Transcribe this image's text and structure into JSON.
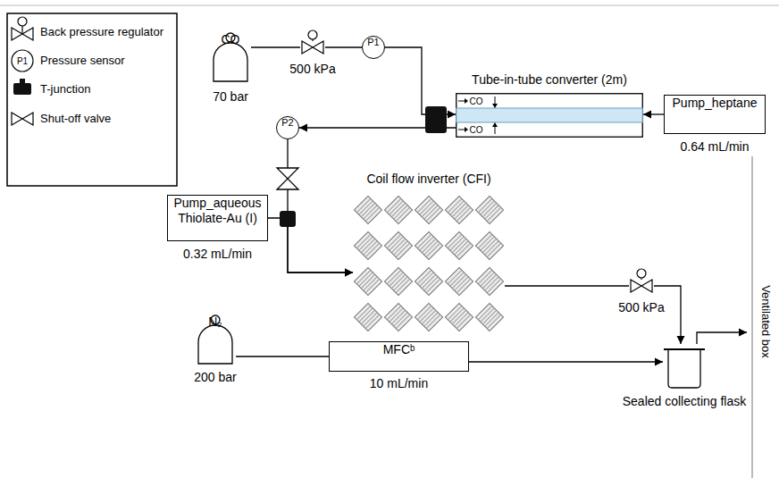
{
  "diagram": {
    "nodes": [
      {
        "text": [
          "CO",
          "70 bar"
        ]
      },
      {
        "text": [
          "500 kPa"
        ]
      },
      {
        "text": [
          "P1"
        ]
      },
      {
        "text": [
          "Tube-in-tube converter (2m)"
        ]
      },
      {
        "text": [
          "Pump_heptane",
          "0.64 mL/min"
        ]
      },
      {
        "text": [
          "P2"
        ]
      },
      {
        "text": [
          "Pump_aqueous Thiolate-Au (I)",
          "0.32 mL/min"
        ]
      },
      {
        "text": [
          "Coil flow inverter (CFI)"
        ]
      },
      {
        "text": [
          "500 kPa"
        ]
      },
      {
        "text": [
          "N₂",
          "200 bar"
        ]
      },
      {
        "text": [
          "MFCᵇ",
          "10 mL/min"
        ]
      },
      {
        "text": [
          "Sealed collecting flask"
        ]
      }
    ],
    "edges": [
      {
        "from": 0,
        "to": 1,
        "arrow": "none"
      },
      {
        "from": 1,
        "to": 2,
        "arrow": "none"
      },
      {
        "from": 2,
        "to": 3,
        "arrow": "to"
      },
      {
        "from": 4,
        "to": 3,
        "arrow": "to"
      },
      {
        "from": 3,
        "to": 5,
        "arrow": "to"
      },
      {
        "from": 5,
        "to": 7,
        "arrow": "to"
      },
      {
        "from": 6,
        "to": 7,
        "arrow": "to"
      },
      {
        "from": 7,
        "to": 8,
        "arrow": "none"
      },
      {
        "from": 8,
        "to": 11,
        "arrow": "to"
      },
      {
        "from": 9,
        "to": 10,
        "arrow": "none"
      },
      {
        "from": 10,
        "to": 11,
        "arrow": "to"
      }
    ],
    "labels": [
      "P1",
      "CO",
      "CO",
      "Ventilated box"
    ],
    "legend": [
      {
        "text": "Back pressure regulator"
      },
      {
        "text": "Pressure sensor"
      },
      {
        "text": "T-junction"
      },
      {
        "text": "Shut-off valve"
      }
    ]
  }
}
